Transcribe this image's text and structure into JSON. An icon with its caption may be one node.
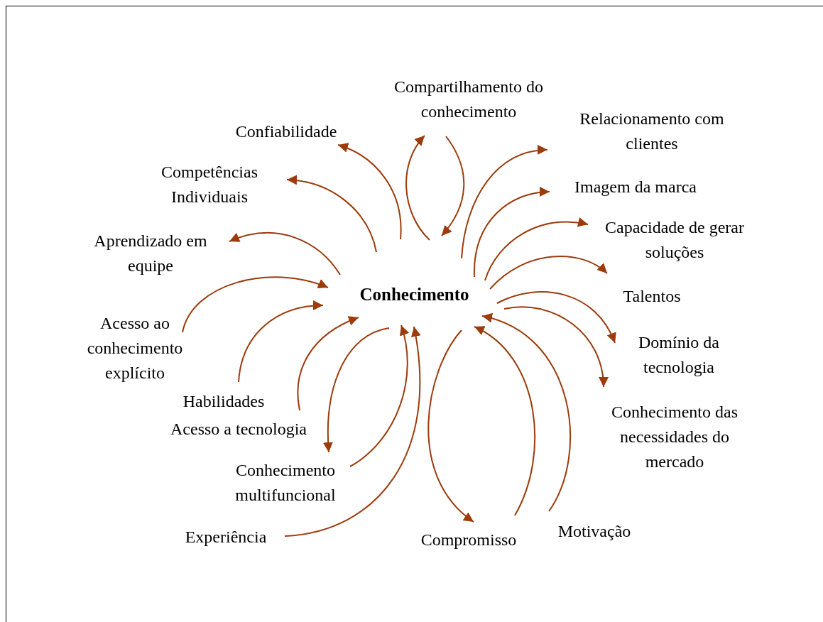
{
  "diagram": {
    "nodes": [
      {
        "text": [
          "Conhecimento"
        ]
      },
      {
        "text": [
          "Compartilhamento do conhecimento"
        ]
      },
      {
        "text": [
          "Confiabilidade"
        ]
      },
      {
        "text": [
          "Relacionamento com clientes"
        ]
      },
      {
        "text": [
          "Competências Individuais"
        ]
      },
      {
        "text": [
          "Imagem da marca"
        ]
      },
      {
        "text": [
          "Aprendizado em equipe"
        ]
      },
      {
        "text": [
          "Capacidade de gerar soluções"
        ]
      },
      {
        "text": [
          "Talentos"
        ]
      },
      {
        "text": [
          "Acesso ao conhecimento explícito"
        ]
      },
      {
        "text": [
          "Domínio da tecnologia"
        ]
      },
      {
        "text": [
          "Habilidades"
        ]
      },
      {
        "text": [
          "Acesso a tecnologia"
        ]
      },
      {
        "text": [
          "Conhecimento das necessidades do mercado"
        ]
      },
      {
        "text": [
          "Conhecimento multifuncional"
        ]
      },
      {
        "text": [
          "Experiência"
        ]
      },
      {
        "text": [
          "Compromisso"
        ]
      },
      {
        "text": [
          "Motivação"
        ]
      }
    ],
    "edges": [
      {
        "from": 0,
        "to": 1,
        "arrow": "to"
      },
      {
        "from": 1,
        "to": 0,
        "arrow": "to"
      },
      {
        "from": 0,
        "to": 2,
        "arrow": "to"
      },
      {
        "from": 0,
        "to": 4,
        "arrow": "to"
      },
      {
        "from": 0,
        "to": 6,
        "arrow": "to"
      },
      {
        "from": 9,
        "to": 0,
        "arrow": "to"
      },
      {
        "from": 11,
        "to": 0,
        "arrow": "to"
      },
      {
        "from": 12,
        "to": 0,
        "arrow": "to"
      },
      {
        "from": 0,
        "to": 14,
        "arrow": "to"
      },
      {
        "from": 14,
        "to": 0,
        "arrow": "to"
      },
      {
        "from": 15,
        "to": 0,
        "arrow": "to"
      },
      {
        "from": 0,
        "to": 16,
        "arrow": "to"
      },
      {
        "from": 16,
        "to": 0,
        "arrow": "to"
      },
      {
        "from": 17,
        "to": 0,
        "arrow": "to"
      },
      {
        "from": 0,
        "to": 13,
        "arrow": "to"
      },
      {
        "from": 0,
        "to": 10,
        "arrow": "to"
      },
      {
        "from": 0,
        "to": 8,
        "arrow": "to"
      },
      {
        "from": 0,
        "to": 7,
        "arrow": "to"
      },
      {
        "from": 0,
        "to": 5,
        "arrow": "to"
      },
      {
        "from": 0,
        "to": 3,
        "arrow": "to"
      }
    ]
  }
}
